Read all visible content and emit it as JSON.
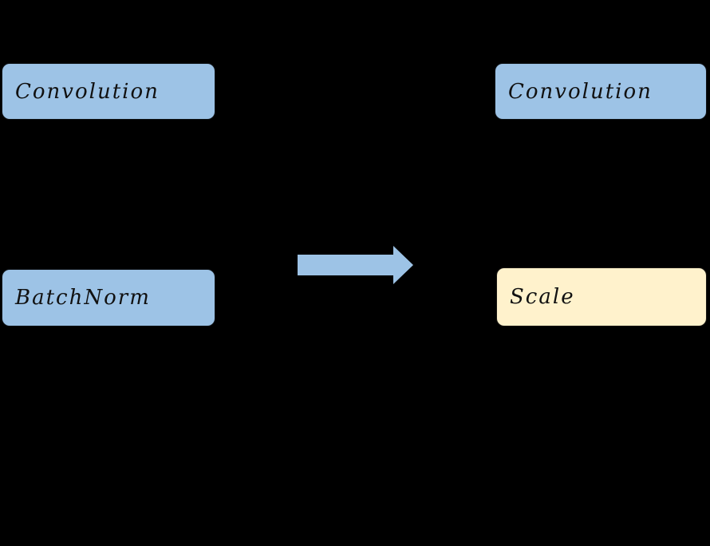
{
  "nodes": {
    "left_top": {
      "label": "Convolution",
      "fill": "#9DC3E6"
    },
    "left_bottom": {
      "label": "BatchNorm",
      "fill": "#9DC3E6"
    },
    "right_top": {
      "label": "Convolution",
      "fill": "#9DC3E6"
    },
    "right_bottom": {
      "label": "Scale",
      "fill": "#FFF2CC"
    }
  },
  "arrow": {
    "direction": "right",
    "color": "#9DC3E6"
  },
  "colors": {
    "background": "#000000",
    "text": "#111111"
  }
}
